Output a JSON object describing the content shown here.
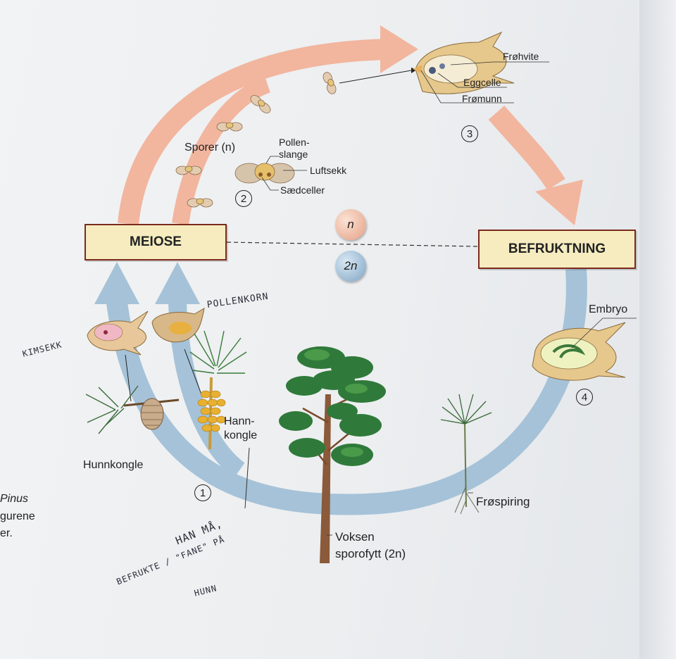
{
  "boxes": {
    "meiose": "MEIOSE",
    "befruktning": "BEFRUKTNING"
  },
  "ploidy": {
    "n": "n",
    "two_n": "2n"
  },
  "steps": {
    "s1": "1",
    "s2": "2",
    "s3": "3",
    "s4": "4"
  },
  "labels": {
    "frohvite": "Frøhvite",
    "eggcelle": "Eggcelle",
    "fromunn": "Frømunn",
    "sporer": "Sporer (n)",
    "pollen_1": "Pollen-",
    "pollen_2": "slange",
    "luftsekk": "Luftsekk",
    "saedceller": "Sædceller",
    "embryo": "Embryo",
    "hann_1": "Hann-",
    "hann_2": "kongle",
    "hunnkongle": "Hunnkongle",
    "frospiring": "Frøspiring",
    "voksen_1": "Voksen",
    "voksen_2": "sporofytt (2n)"
  },
  "margin_text": {
    "l1": "Pinus",
    "l2": "gurene",
    "l3": "er."
  },
  "handwriting": {
    "pollenkorn": "POLLENKORN",
    "kimsekk": "KIMSEKK",
    "note_1": "HAN MÅ,",
    "note_2": "BEFRUKTE / \"FANE\" PÅ",
    "note_3": "HUNN"
  },
  "colors": {
    "haploid_arrow": "#f2b59e",
    "diploid_arrow": "#a5c2d8",
    "box_fill": "#f6ecc0",
    "box_border": "#7a2a1c"
  }
}
